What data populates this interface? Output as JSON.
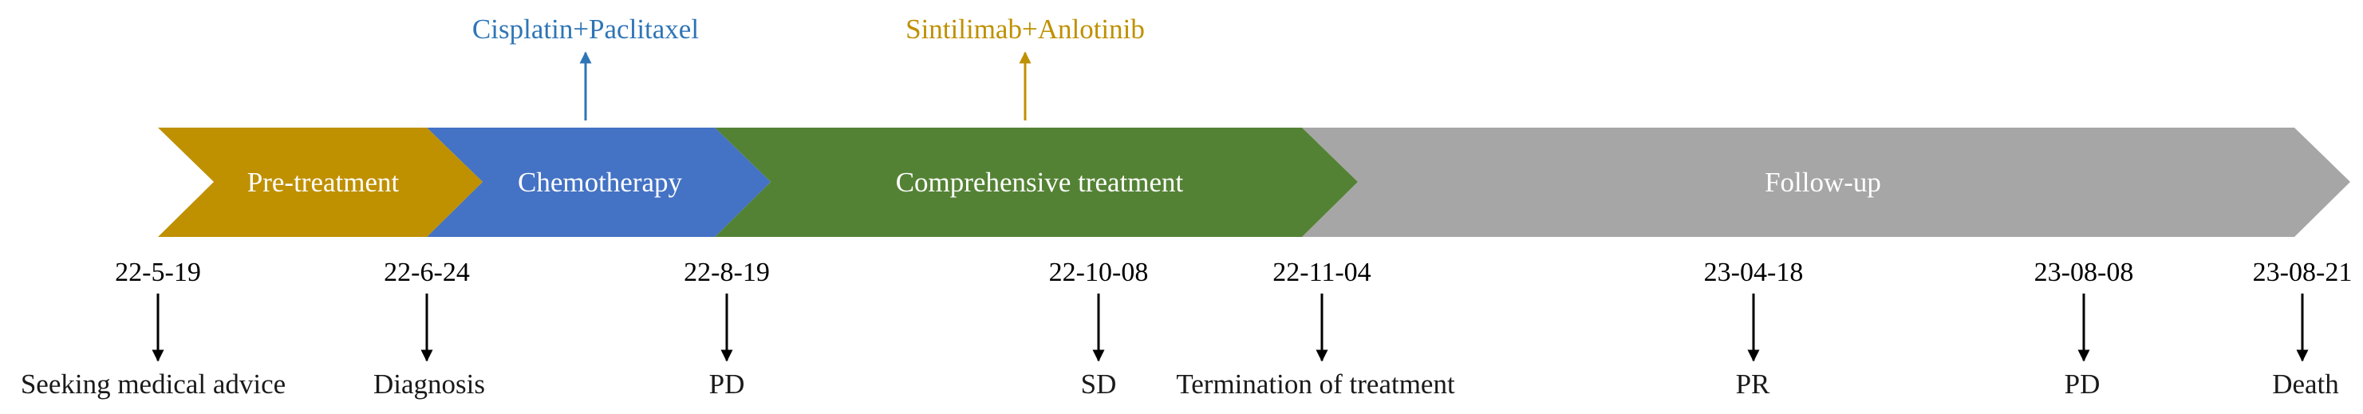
{
  "phases": [
    {
      "label": "Pre-treatment",
      "color": "#BF9000"
    },
    {
      "label": "Chemotherapy",
      "color": "#4472C4"
    },
    {
      "label": "Comprehensive treatment",
      "color": "#548235"
    },
    {
      "label": "Follow-up",
      "color": "#A6A6A6"
    }
  ],
  "treatments": [
    {
      "label": "Cisplatin+Paclitaxel",
      "color": "#2E75B6"
    },
    {
      "label": "Sintilimab+Anlotinib",
      "color": "#BF9000"
    }
  ],
  "milestones": [
    {
      "date": "22-5-19",
      "event": "Seeking medical advice"
    },
    {
      "date": "22-6-24",
      "event": "Diagnosis"
    },
    {
      "date": "22-8-19",
      "event": "PD"
    },
    {
      "date": "22-10-08",
      "event": "SD"
    },
    {
      "date": "22-11-04",
      "event": "Termination of treatment"
    },
    {
      "date": "23-04-18",
      "event": "PR"
    },
    {
      "date": "23-08-08",
      "event": "PD"
    },
    {
      "date": "23-08-21",
      "event": "Death"
    }
  ]
}
